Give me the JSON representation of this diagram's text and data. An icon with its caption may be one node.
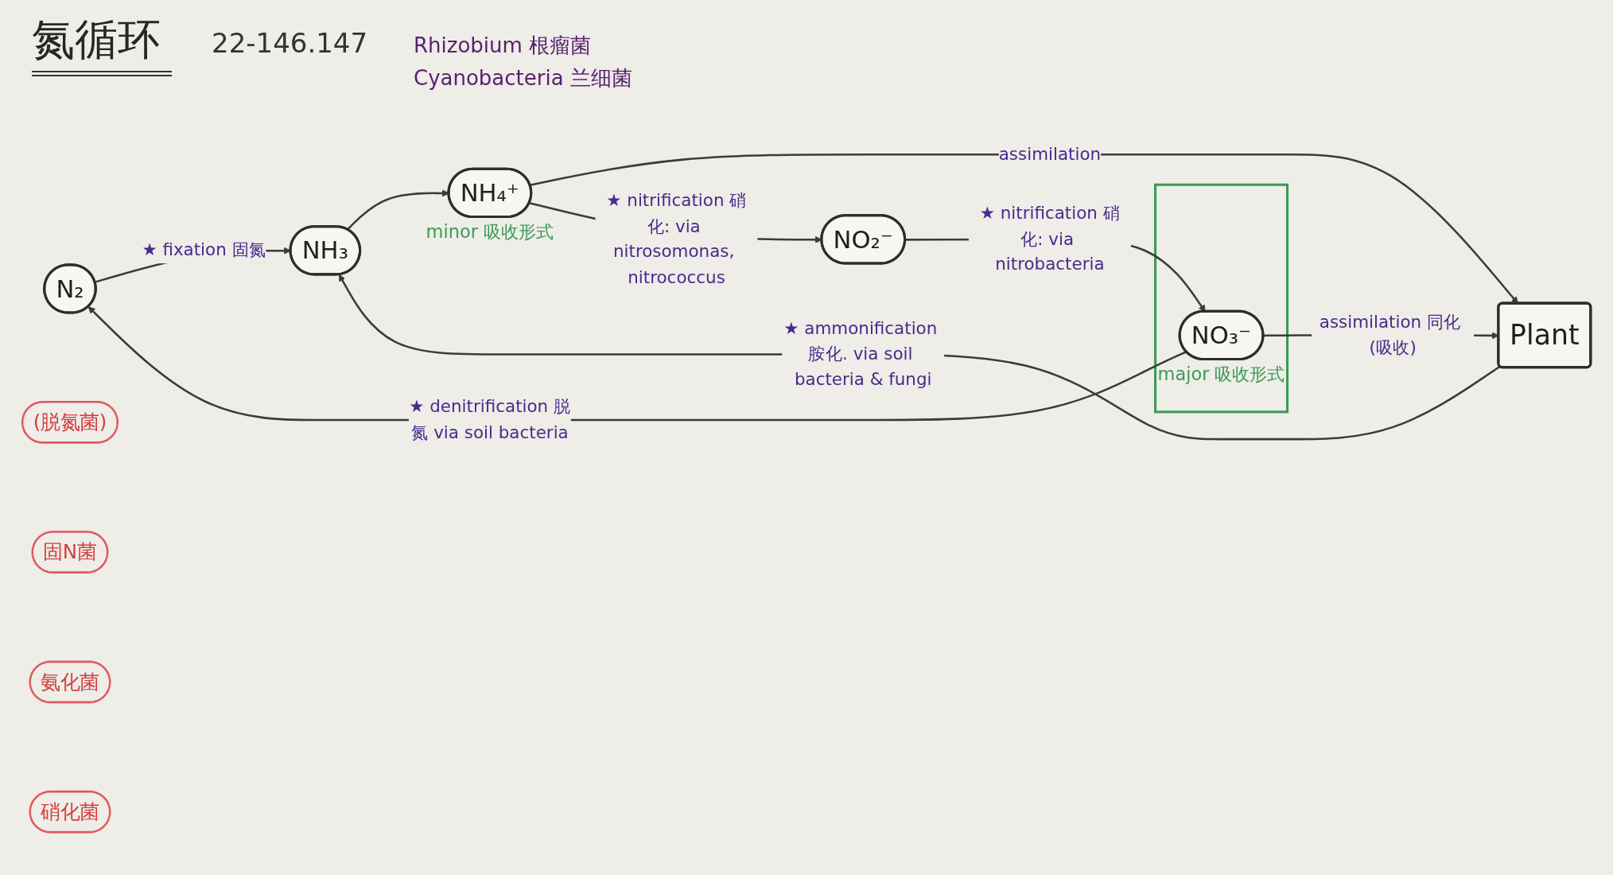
{
  "diagram": {
    "title": "氮循环",
    "nodes": [
      {
        "text": [
          "N₂"
        ]
      },
      {
        "text": [
          "(脱氮菌)"
        ]
      },
      {
        "text": [
          "固N菌"
        ]
      },
      {
        "text": [],
        "shape": "box"
      },
      {
        "text": [
          "NO₃⁻"
        ],
        "in": 3,
        "beside": [
          "major 吸收形式"
        ]
      },
      {
        "text": [
          "Plant"
        ]
      },
      {
        "text": [
          "氨化菌"
        ]
      },
      {
        "text": [
          "NH₃"
        ]
      },
      {
        "text": [
          "NH₄⁺"
        ],
        "beside": [
          "minor 吸收形式"
        ]
      },
      {
        "text": [
          "硝化菌"
        ]
      },
      {
        "text": [
          "NO₂⁻"
        ]
      }
    ],
    "edges": [
      {
        "from": 0,
        "to": 7,
        "arrow": "to",
        "label": "★ fixation 固氮"
      },
      {
        "from": 4,
        "to": 0,
        "arrow": "to",
        "label": "★ denitrification 脱氮 via soil bacteria"
      },
      {
        "from": 4,
        "to": 5,
        "arrow": "to",
        "label": "assimilation 同化 (吸收)"
      },
      {
        "from": 5,
        "to": 7,
        "arrow": "to",
        "label": "★ ammonification 胺化. via soil bacteria & fungi"
      },
      {
        "from": 7,
        "to": 8,
        "arrow": "to"
      },
      {
        "from": 8,
        "to": 5,
        "arrow": "to",
        "label": "assimilation"
      },
      {
        "from": 8,
        "to": 10,
        "arrow": "to",
        "label": "★ nitrification 硝化: via nitrosomonas, nitrococcus"
      },
      {
        "from": 10,
        "to": 4,
        "arrow": "to",
        "label": "★ nitrification 硝化: via nitrobacteria"
      }
    ],
    "labels": [
      "22-146.147",
      "Rhizobium 根瘤菌",
      "Cyanobacteria 兰细菌"
    ]
  }
}
